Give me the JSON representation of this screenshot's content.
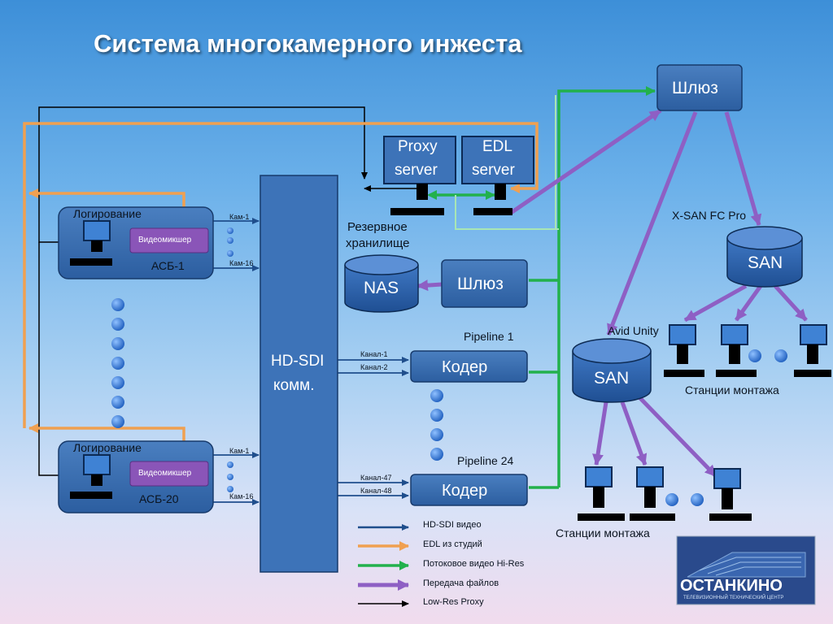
{
  "title": "Система многокамерного инжеста",
  "nodes": {
    "gateway_top": "Шлюз",
    "proxy_server": [
      "Proxy",
      "server"
    ],
    "edl_server": [
      "EDL",
      "server"
    ],
    "backup_storage": [
      "Резервное",
      "хранилище"
    ],
    "nas": "NAS",
    "gateway_nas": "Шлюз",
    "hdsdi_switch": [
      "HD-SDI",
      "комм."
    ],
    "asb1": {
      "logging": "Логирование",
      "mixer": "Видеомикшер",
      "name": "АСБ-1",
      "cam_first": "Кам-1",
      "cam_last": "Кам-16"
    },
    "asb20": {
      "logging": "Логирование",
      "mixer": "Видеомикшер",
      "name": "АСБ-20",
      "cam_first": "Кам-1",
      "cam_last": "Кам-16"
    },
    "pipeline1": {
      "label": "Pipeline 1",
      "coder": "Кодер",
      "ch_a": "Канал-1",
      "ch_b": "Канал-2"
    },
    "pipeline24": {
      "label": "Pipeline 24",
      "coder": "Кодер",
      "ch_a": "Канал-47",
      "ch_b": "Канал-48"
    },
    "xsan": {
      "label": "X-SAN FC Pro",
      "name": "SAN"
    },
    "avid": {
      "label": "Avid Unity",
      "name": "SAN"
    },
    "stations_right": "Станции монтажа",
    "stations_bottom": "Станции монтажа"
  },
  "legend": [
    {
      "label": "HD-SDI видео",
      "color": "#1f4e8c"
    },
    {
      "label": "EDL из студий",
      "color": "#f0a050"
    },
    {
      "label": "Потоковое видео Hi-Res",
      "color": "#22b14c"
    },
    {
      "label": "Передача файлов",
      "color": "#8e5fc4"
    },
    {
      "label": "Low-Res Proxy",
      "color": "#000000"
    }
  ],
  "logo": {
    "name": "ОСТАНКИНО",
    "sub": "ТЕЛЕВИЗИОННЫЙ ТЕХНИЧЕСКИЙ ЦЕНТР"
  }
}
